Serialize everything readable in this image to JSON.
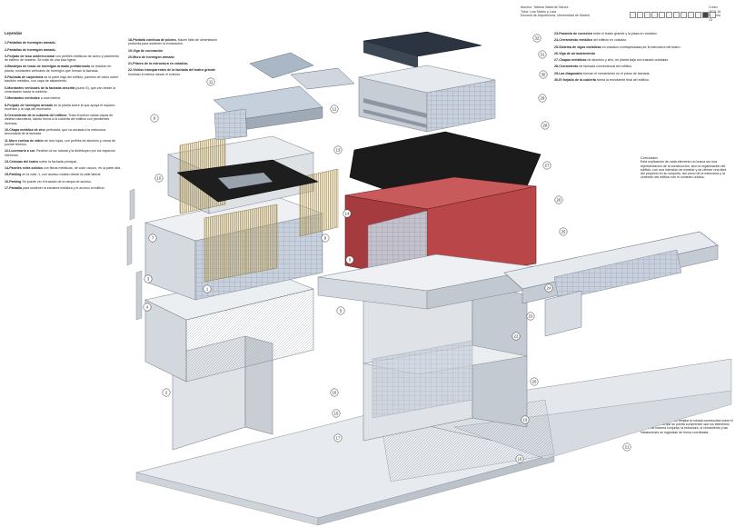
{
  "header": {
    "authors": "Alumno: Tatiana Valverde García",
    "tutor": "Tutor: Luis Martín y Lara",
    "school": "Escuela de Arquitectura, Universidad de Madrid",
    "course": "Curso",
    "year": "2015-16",
    "sheet_label": "Plancha",
    "sheet_number": "13",
    "page_nav_total": 12,
    "page_nav_current": 11
  },
  "legend": {
    "title": "Leyendas",
    "col1_items": [
      {
        "label": "1-Pantallas de hormigón armado.",
        "text": ""
      },
      {
        "label": "2-Pantallas de hormigón armado.",
        "text": ""
      },
      {
        "label": "3-Forjado de losa unidireccional",
        "text": "con perfiles metálicos de acero y pavimento de tablero de madera. Se trata de una losa ligera."
      },
      {
        "label": "4-Bandejas de losas de hormigón armado prefabricado",
        "text": "se realizan en planta; montantes verticales de hormigón que forman la fachada."
      },
      {
        "label": "5-Fachada de carpintería",
        "text": "de la parte baja del edificio; paneles de vidrio sobre bastidor metálico, con capa de aislamiento."
      },
      {
        "label": "6-Montantes verticales de la fachada descrita",
        "text": "(punto 5), que van desde la cimentación hasta la cubierta."
      },
      {
        "label": "7-Montantes verticales",
        "text": "a cota inferior."
      },
      {
        "label": "8-Forjado de hormigón armado",
        "text": "de la planta sobre la que apoya el espacio escénico y la caja del escenario."
      },
      {
        "label": "9-Cerramiento de la cubierta del edificio.",
        "text": "Trata envolver varias capas de distinta naturaleza, dando forma a la cubierta del edificio con pendientes diversas."
      },
      {
        "label": "10-Chapa metálica de zinc",
        "text": "perforada, que va anclada a la estructura secundaria de la fachada."
      },
      {
        "label": "11-Muro cortina de vidrio",
        "text": "de dos hojas, con perfiles de aluminio y rotura de puente térmico."
      },
      {
        "label": "12-Lucernario a sur.",
        "text": "Reciben la luz natural y la distribuyen por los espacios interiores."
      },
      {
        "label": "13-Celosías del teatro",
        "text": "sobre la fachada principal."
      },
      {
        "label": "14-Paneles extra sólidos",
        "text": "con fibras metálicas, de color oscuro, en la parte alta."
      },
      {
        "label": "15-Parking",
        "text": "en la cota -1, con acceso rodado desde la calle lateral."
      },
      {
        "label": "16-Parking",
        "text": "Se puede ver el trazado de la rampa de acceso."
      },
      {
        "label": "17-Pantalla",
        "text": "para sostener la escalera metálica y el acceso al edificio."
      }
    ],
    "col2_items": [
      {
        "label": "18-Pantalla continua de pilotes.",
        "text": "Hacen falta de cimentación profunda para sostener la excavación."
      },
      {
        "label": "19-Viga de coronación",
        "text": ""
      },
      {
        "label": "20-Muro de hormigón armado",
        "text": ""
      },
      {
        "label": "21-Pilares de la estructura en voladizo.",
        "text": ""
      },
      {
        "label": "22-Vidrios transparentes de la fachada del teatro grande",
        "text": "Iluminan el interior desde el exterior."
      }
    ],
    "col3_items": [
      {
        "label": "23-Pasarela de conexión",
        "text": "entre el teatro grande y la plaza en voladizo."
      },
      {
        "label": "24-Cerramiento metálico",
        "text": "del edificio en voladizo."
      },
      {
        "label": "25-Sistema de vigas metálicas",
        "text": "en voladizo contrapesadas por la estructura del teatro."
      },
      {
        "label": "26-Viga de arriostramiento",
        "text": ""
      },
      {
        "label": "27-Chapas metálicas",
        "text": "de aluminio y zinc, en planta baja con trazado ondulado."
      },
      {
        "label": "28-Cerramiento",
        "text": "de fachada convencional del edificio."
      },
      {
        "label": "29-Las diagonales",
        "text": "forman el cerramiento en el plano de fachada."
      },
      {
        "label": "30-El forjado de la cubierta",
        "text": "forma la envolvente final del edificio."
      }
    ]
  },
  "conclusion": {
    "title": "Conclusión",
    "text": "Esta explicación de cada elemento no busca ser una representación de la construcción, sino la organización del edificio, con una intención de mostrar y de ofrecer una idea del proyecto en su conjunto, así como de la estructura y la conexión del edificio con el contexto urbano."
  },
  "axonometry": {
    "title": "Axonometría explotada del proyecto.",
    "text": "En este plano se pretende ampliar la mirada constructiva sobre el edificio, de forma que se pueda comprender que los elementos actúan de manera conjunta; la estructura, el cerramiento y las instalaciones se organizan de forma coordinada."
  },
  "callouts": [
    "1",
    "2",
    "3",
    "4",
    "5",
    "6",
    "7",
    "8",
    "9",
    "10",
    "11",
    "12",
    "13",
    "14",
    "15",
    "16",
    "17",
    "18",
    "19",
    "20",
    "21",
    "22",
    "23",
    "24",
    "25",
    "26",
    "27",
    "28",
    "29",
    "30",
    "31",
    "32"
  ],
  "colors": {
    "concrete": "#d9dde3",
    "red_facade": "#b9474a",
    "timber": "#c8b47c",
    "roof_dark": "#1e1e1e",
    "glass": "#bcc8d8"
  }
}
